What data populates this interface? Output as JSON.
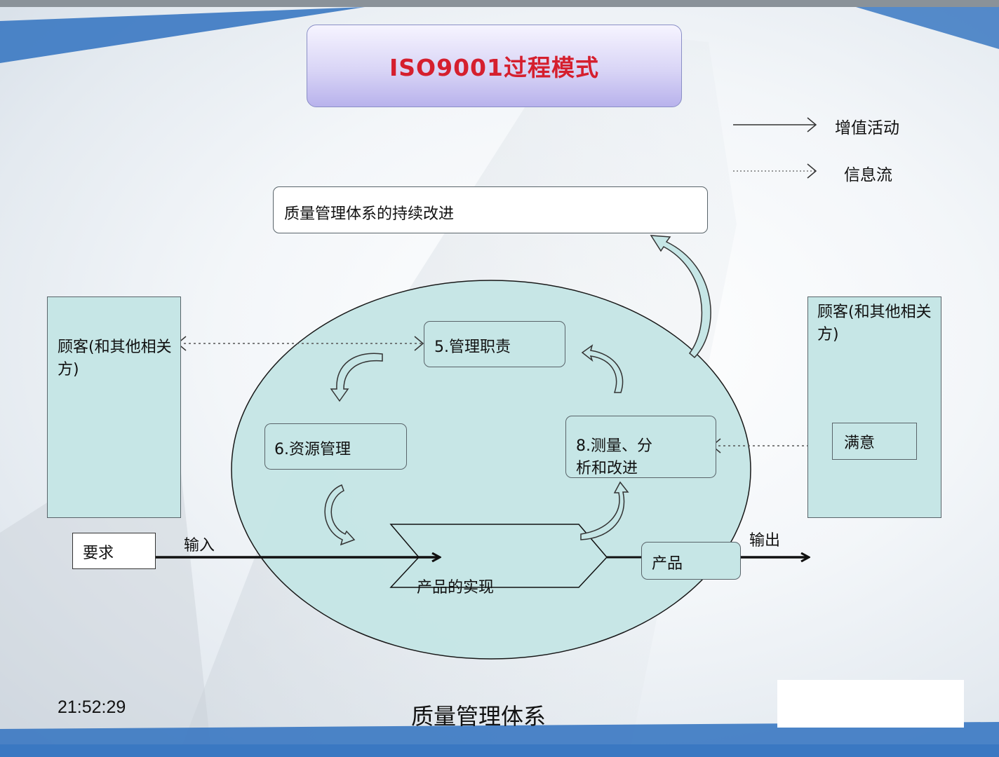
{
  "title": "ISO9001过程模式",
  "legend": {
    "value_added": "增值活动",
    "info_flow": "信息流"
  },
  "improvement": "质量管理体系的持续改进",
  "customer_left": "顾客(和其他相关方)",
  "customer_right": "顾客(和其他相关方)",
  "requirement": "要求",
  "input": "输入",
  "output": "输出",
  "product": "产品",
  "satisfaction": "满意",
  "processes": {
    "mgmt": "5.管理职责",
    "resource": "6.资源管理",
    "measure": "8.测量、分析和改进",
    "realization": "产品的实现"
  },
  "timestamp": "21:52:29",
  "caption": "质量管理体系",
  "colors": {
    "title_text": "#d51f2e",
    "teal_fill": "#c6e6e6",
    "title_fill": "#d9d5f6",
    "frame_blue": "#3a78c2"
  }
}
